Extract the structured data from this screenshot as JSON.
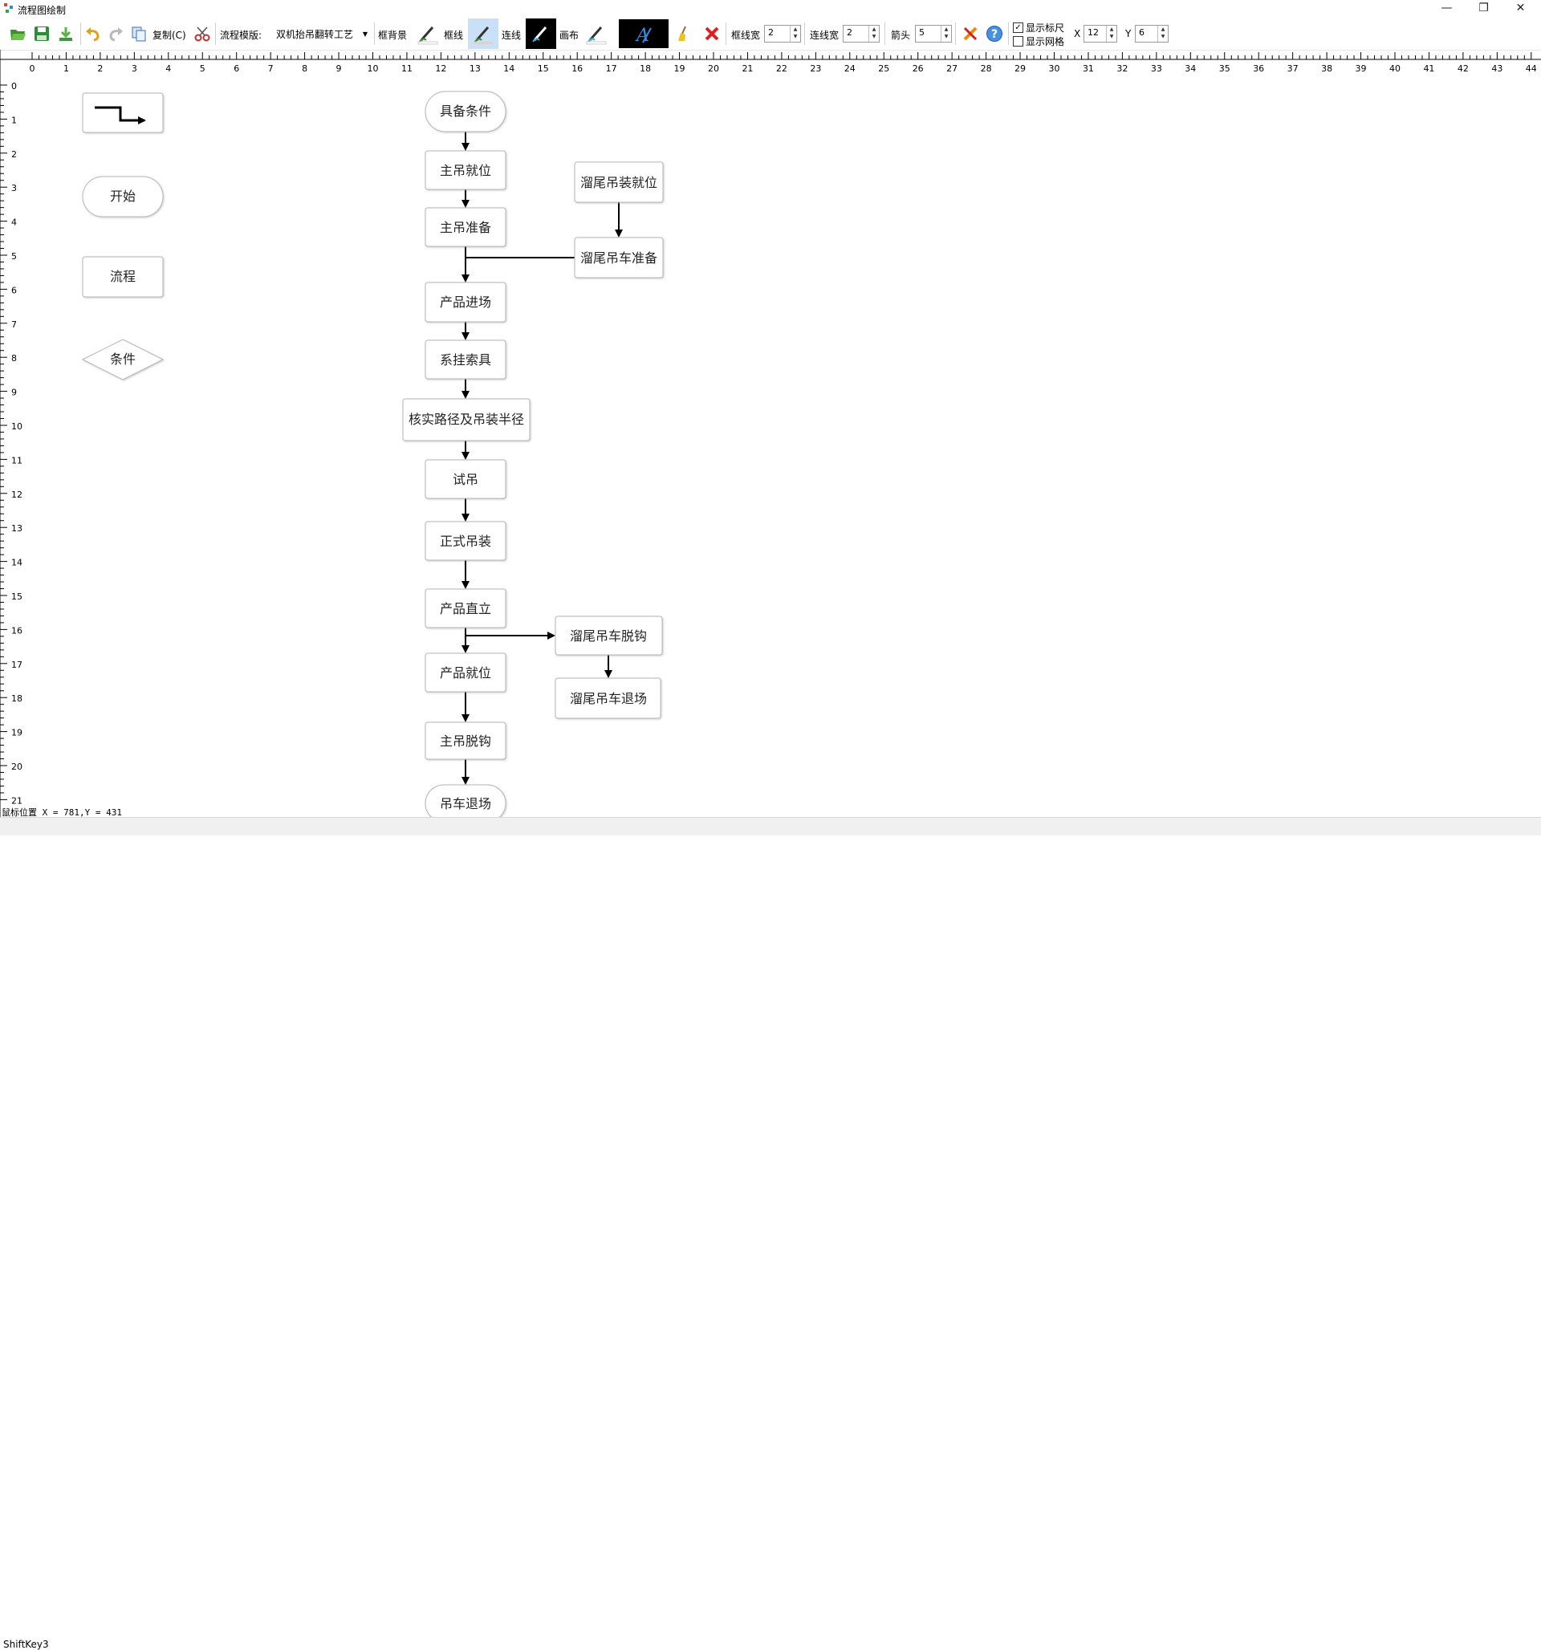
{
  "window": {
    "title": "流程图绘制",
    "minimize": "—",
    "restore": "❐",
    "close": "✕"
  },
  "toolbar": {
    "copy_label": "复制(C)",
    "template_label": "流程模版:",
    "template_value": "双机抬吊翻转工艺",
    "box_bg_label": "框背景",
    "box_line_label": "框线",
    "connector_label": "连线",
    "canvas_label": "画布",
    "box_width_label": "框线宽",
    "box_width_value": "2",
    "line_width_label": "连线宽",
    "line_width_value": "2",
    "arrow_label": "箭头",
    "arrow_value": "5",
    "show_ruler_label": "显示标尺",
    "show_ruler_checked": true,
    "show_grid_label": "显示网格",
    "show_grid_checked": false,
    "x_label": "X",
    "x_value": "12",
    "y_label": "Y",
    "y_value": "6"
  },
  "palette": {
    "start_label": "开始",
    "process_label": "流程",
    "condition_label": "条件"
  },
  "flow": {
    "nodes": [
      {
        "id": "n1",
        "label": "具备条件"
      },
      {
        "id": "n2",
        "label": "主吊就位"
      },
      {
        "id": "n3",
        "label": "主吊准备"
      },
      {
        "id": "n4",
        "label": "产品进场"
      },
      {
        "id": "n5",
        "label": "系挂索具"
      },
      {
        "id": "n6",
        "label": "核实路径及吊装半径"
      },
      {
        "id": "n7",
        "label": "试吊"
      },
      {
        "id": "n8",
        "label": "正式吊装"
      },
      {
        "id": "n9",
        "label": "产品直立"
      },
      {
        "id": "n10",
        "label": "产品就位"
      },
      {
        "id": "n11",
        "label": "主吊脱钩"
      },
      {
        "id": "n12",
        "label": "吊车退场"
      },
      {
        "id": "s1",
        "label": "溜尾吊装就位"
      },
      {
        "id": "s2",
        "label": "溜尾吊车准备"
      },
      {
        "id": "s3",
        "label": "溜尾吊车脱钩"
      },
      {
        "id": "s4",
        "label": "溜尾吊车退场"
      }
    ]
  },
  "status": {
    "mouse_position": "鼠标位置 X = 781,Y = 431",
    "key": "ShiftKey3"
  }
}
